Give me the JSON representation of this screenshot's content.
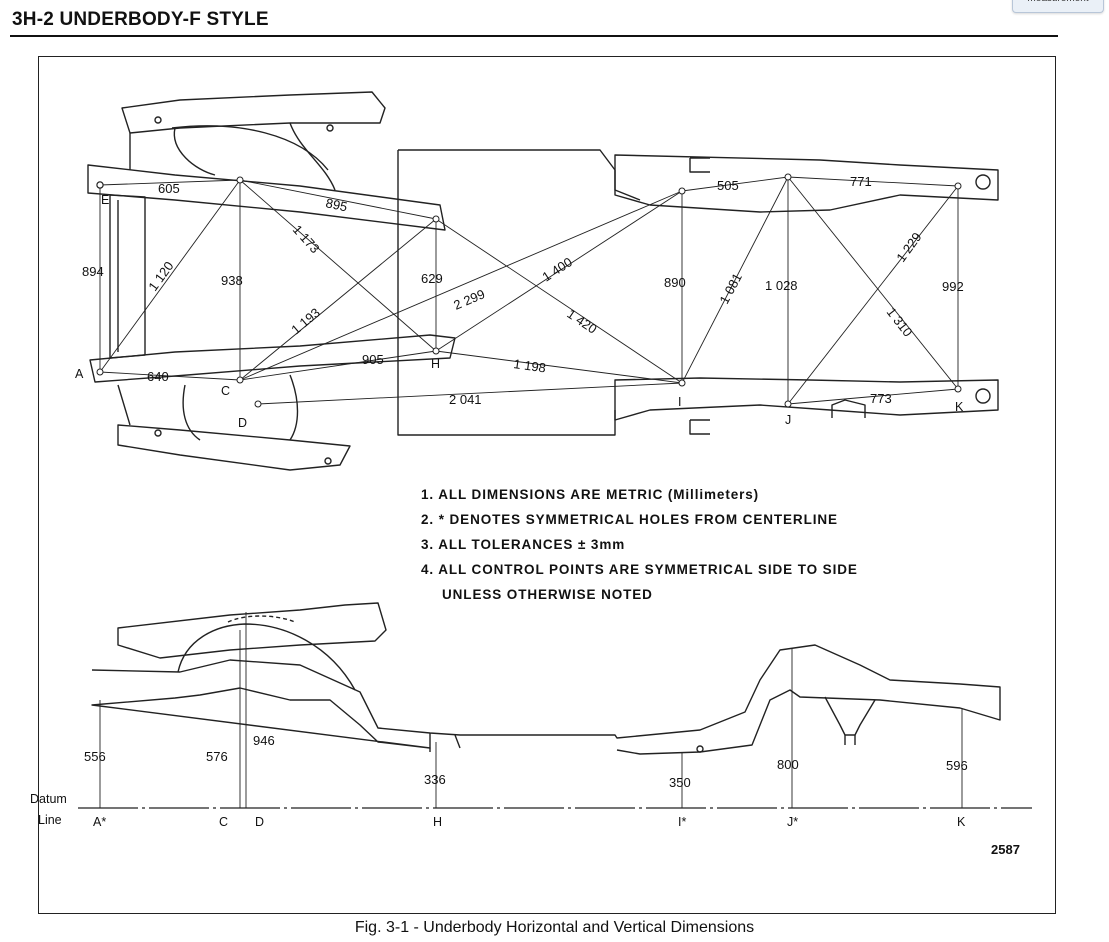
{
  "header": {
    "title": "3H-2 UNDERBODY-F STYLE",
    "tab_label": "measurement"
  },
  "caption": "Fig. 3-1 - Underbody Horizontal and Vertical Dimensions",
  "figure_number": "2587",
  "notes": [
    "1. ALL DIMENSIONS ARE METRIC (Millimeters)",
    "2. * DENOTES SYMMETRICAL HOLES FROM CENTERLINE",
    "3. ALL TOLERANCES ± 3mm",
    "4. ALL CONTROL POINTS ARE SYMMETRICAL SIDE TO SIDE",
    "UNLESS OTHERWISE NOTED"
  ],
  "plan_view": {
    "points": [
      "E",
      "A",
      "C",
      "D",
      "H",
      "I",
      "J",
      "K"
    ],
    "dimensions": [
      "605",
      "895",
      "1 173",
      "894",
      "1 120",
      "938",
      "629",
      "1 193",
      "2 299",
      "1 400",
      "905",
      "640",
      "1 198",
      "1 420",
      "2 041",
      "505",
      "771",
      "890",
      "1 081",
      "1 028",
      "1 229",
      "992",
      "1 310",
      "773"
    ]
  },
  "side_view": {
    "datum_label": [
      "Datum",
      "Line"
    ],
    "points": [
      "A*",
      "C",
      "D",
      "H",
      "I*",
      "J*",
      "K"
    ],
    "dimensions": [
      "556",
      "576",
      "946",
      "336",
      "350",
      "800",
      "596"
    ]
  }
}
